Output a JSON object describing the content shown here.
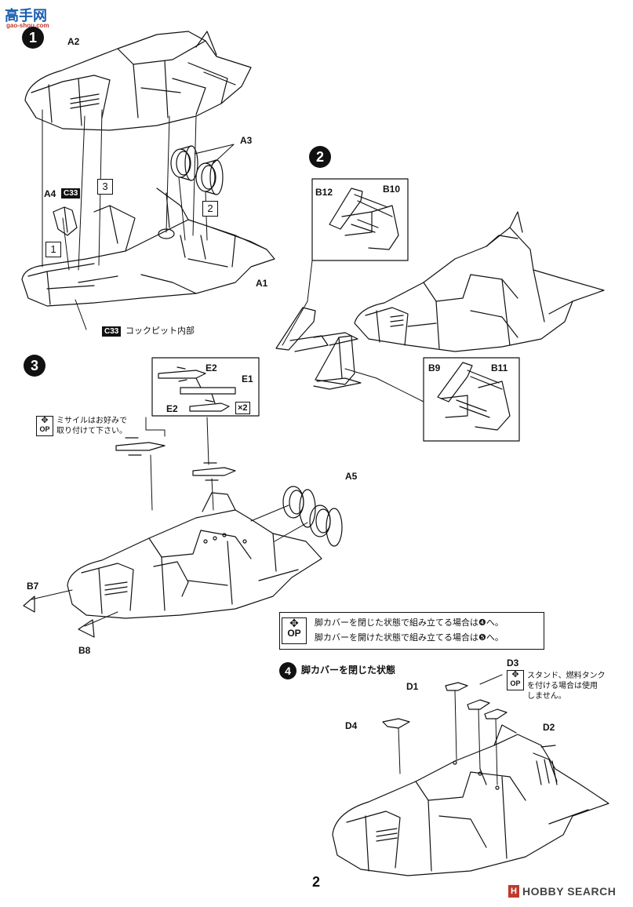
{
  "watermark_top": {
    "logo_text": "高手网",
    "domain": "gao-shou.com"
  },
  "page_number": "2",
  "watermark_bottom": {
    "brand_mark": "H",
    "brand": "HOBBY SEARCH"
  },
  "step1": {
    "number": "1",
    "parts": {
      "a2": "A2",
      "a3": "A3",
      "a4": "A4",
      "a1": "A1",
      "c33_tag": "C33"
    },
    "order": [
      "1",
      "2",
      "3"
    ],
    "caption_tag": "C33",
    "caption": "コックピット内部"
  },
  "step2": {
    "number": "2",
    "parts": {
      "b12": "B12",
      "b10": "B10",
      "b9": "B9",
      "b11": "B11"
    }
  },
  "step3": {
    "number": "3",
    "parts": {
      "e2a": "E2",
      "e1": "E1",
      "e2b": "E2",
      "x2": "×2",
      "a5": "A5",
      "b7": "B7",
      "b8": "B8"
    },
    "op_label": "OP",
    "missile_note_line1": "ミサイルはお好みで",
    "missile_note_line2": "取り付けて下さい。",
    "choice_op": "OP",
    "choice_line1": "脚カバーを閉じた状態で組み立てる場合は❹へ。",
    "choice_line2": "脚カバーを開けた状態で組み立てる場合は❺へ。"
  },
  "step4": {
    "number": "4",
    "title": "脚カバーを閉じた状態",
    "parts": {
      "d1": "D1",
      "d3": "D3",
      "d4": "D4",
      "d2": "D2"
    },
    "op_label": "OP",
    "note_line1": "スタンド、燃料タンク",
    "note_line2": "を付ける場合は使用",
    "note_line3": "しません。"
  }
}
